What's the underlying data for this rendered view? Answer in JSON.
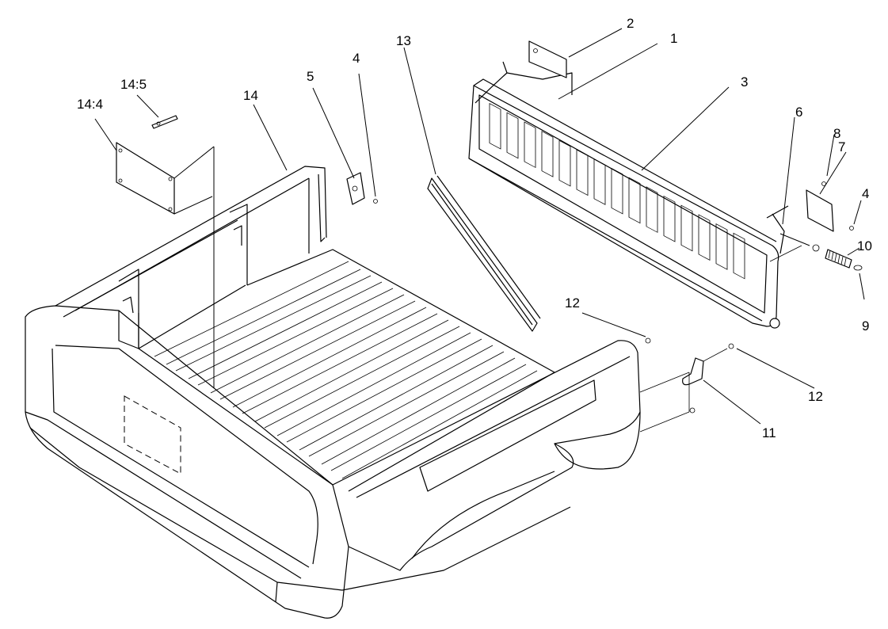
{
  "callouts": {
    "c1": "1",
    "c2": "2",
    "c3": "3",
    "c4a": "4",
    "c4b": "4",
    "c5": "5",
    "c6": "6",
    "c7": "7",
    "c8": "8",
    "c9": "9",
    "c10": "10",
    "c11": "11",
    "c12a": "12",
    "c12b": "12",
    "c13": "13",
    "c14": "14",
    "c14_4": "14:4",
    "c14_5": "14:5"
  }
}
